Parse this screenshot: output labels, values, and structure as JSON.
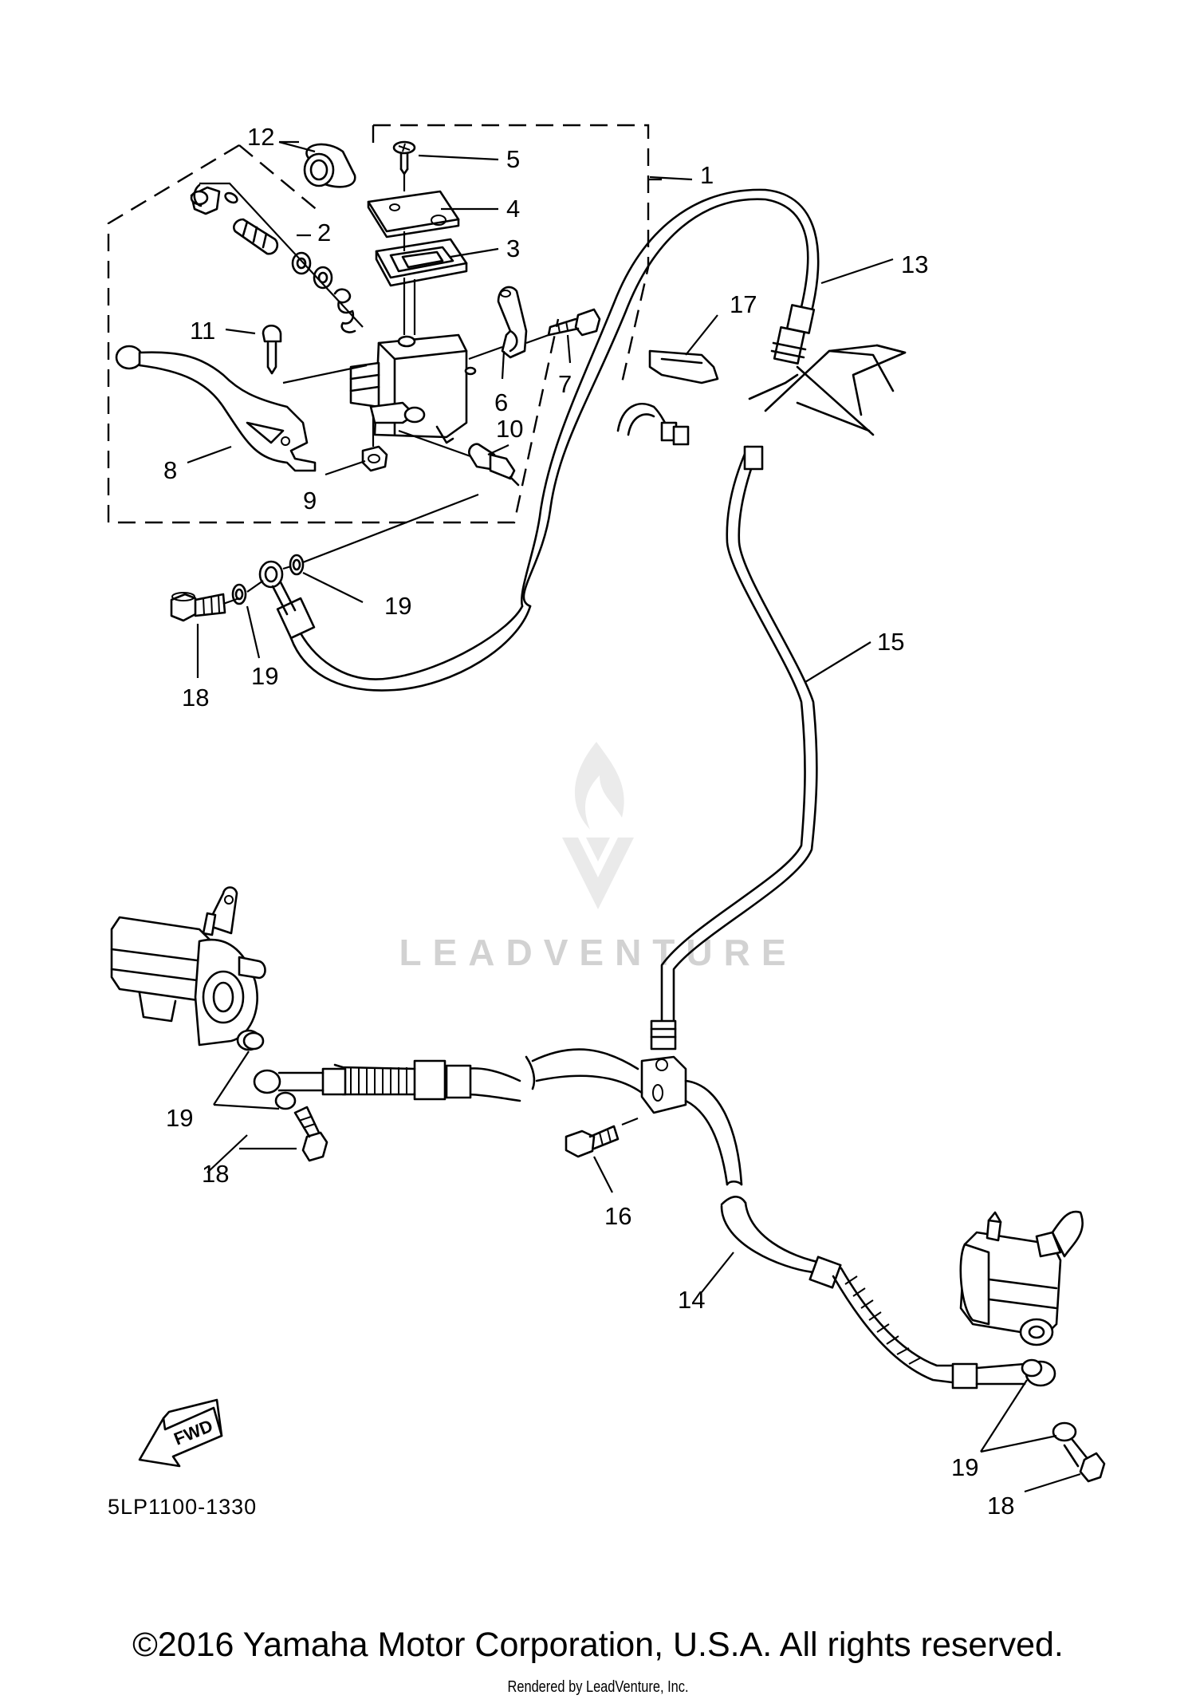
{
  "watermark": {
    "text": "LEADVENTURE"
  },
  "callouts": [
    {
      "id": "1",
      "label": "1"
    },
    {
      "id": "2",
      "label": "2"
    },
    {
      "id": "3",
      "label": "3"
    },
    {
      "id": "4",
      "label": "4"
    },
    {
      "id": "5",
      "label": "5"
    },
    {
      "id": "6",
      "label": "6"
    },
    {
      "id": "7",
      "label": "7"
    },
    {
      "id": "8",
      "label": "8"
    },
    {
      "id": "9",
      "label": "9"
    },
    {
      "id": "10",
      "label": "10"
    },
    {
      "id": "11",
      "label": "11"
    },
    {
      "id": "12",
      "label": "12"
    },
    {
      "id": "13",
      "label": "13"
    },
    {
      "id": "14",
      "label": "14"
    },
    {
      "id": "15",
      "label": "15"
    },
    {
      "id": "16",
      "label": "16"
    },
    {
      "id": "17",
      "label": "17"
    },
    {
      "id": "18a",
      "label": "18"
    },
    {
      "id": "18b",
      "label": "18"
    },
    {
      "id": "18c",
      "label": "18"
    },
    {
      "id": "19a",
      "label": "19"
    },
    {
      "id": "19b",
      "label": "19"
    },
    {
      "id": "19c",
      "label": "19"
    },
    {
      "id": "19d",
      "label": "19"
    }
  ],
  "fwd_label": "FWD",
  "diagram_code": "5LP1100-1330",
  "copyright": "©2016 Yamaha Motor Corporation, U.S.A. All rights reserved.",
  "rendered_by": "Rendered by LeadVenture, Inc."
}
